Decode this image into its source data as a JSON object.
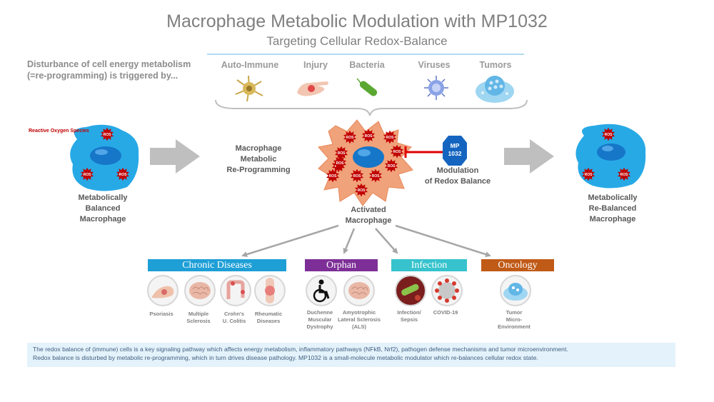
{
  "title": "Macrophage Metabolic Modulation with MP1032",
  "subtitle": "Targeting Cellular Redox-Balance",
  "intro": {
    "line1": "Disturbance of cell energy metabolism",
    "line2": "(=re-programming) is triggered by..."
  },
  "triggers": [
    "Auto-Immune",
    "Injury",
    "Bacteria",
    "Viruses",
    "Tumors"
  ],
  "ros_label": "Reactive Oxygen Species",
  "ros_badge": "ROS",
  "left_cell": [
    "Metabolically",
    "Balanced",
    "Macrophage"
  ],
  "reprogramming": [
    "Macrophage",
    "Metabolic",
    "Re-Programming"
  ],
  "activated": [
    "Activated",
    "Macrophage"
  ],
  "mp_badge": [
    "MP",
    "1032"
  ],
  "modulation": [
    "Modulation",
    "of Redox Balance"
  ],
  "right_cell": [
    "Metabolically",
    "Re-Balanced",
    "Macrophage"
  ],
  "categories": [
    {
      "label": "Chronic Diseases",
      "color": "#1e9fd6"
    },
    {
      "label": "Orphan",
      "color": "#7e2f97"
    },
    {
      "label": "Infection",
      "color": "#36c3cd"
    },
    {
      "label": "Oncology",
      "color": "#c05a17"
    }
  ],
  "conditions": {
    "psoriasis": "Psoriasis",
    "ms": [
      "Multiple",
      "Sclerosis"
    ],
    "crohns": [
      "Crohn's",
      "U. Colitis"
    ],
    "rheumatic": [
      "Rheumatic",
      "Diseases"
    ],
    "duchenne": [
      "Duchenne",
      "Muscular",
      "Dystrophy"
    ],
    "als": [
      "Amyotrophic",
      "Lateral Sclerosis",
      "(ALS)"
    ],
    "sepsis": [
      "Infection/",
      "Sepsis"
    ],
    "covid": "COVID-19",
    "tumor": [
      "Tumor",
      "Micro-",
      "Environment"
    ]
  },
  "footer": {
    "line1": "The redox balance of (immune) cells is a key signaling pathway which affects energy metabolism, inflammatory pathways (NFkB, Nrf2), pathogen defense mechanisms and tumor microenvironment.",
    "line2": "Redox balance is disturbed by metabolic re-programming, which in turn drives disease pathology. MP1032 is a small-molecule metabolic modulator which re-balances cellular redox state."
  },
  "colors": {
    "cell": "#27a9e6",
    "nucleus": "#1676c8",
    "activated_cell": "#f0a27a",
    "ros": "#c00000",
    "mp_badge": "#1565c0",
    "arrow_gray": "#bfbfbf"
  }
}
